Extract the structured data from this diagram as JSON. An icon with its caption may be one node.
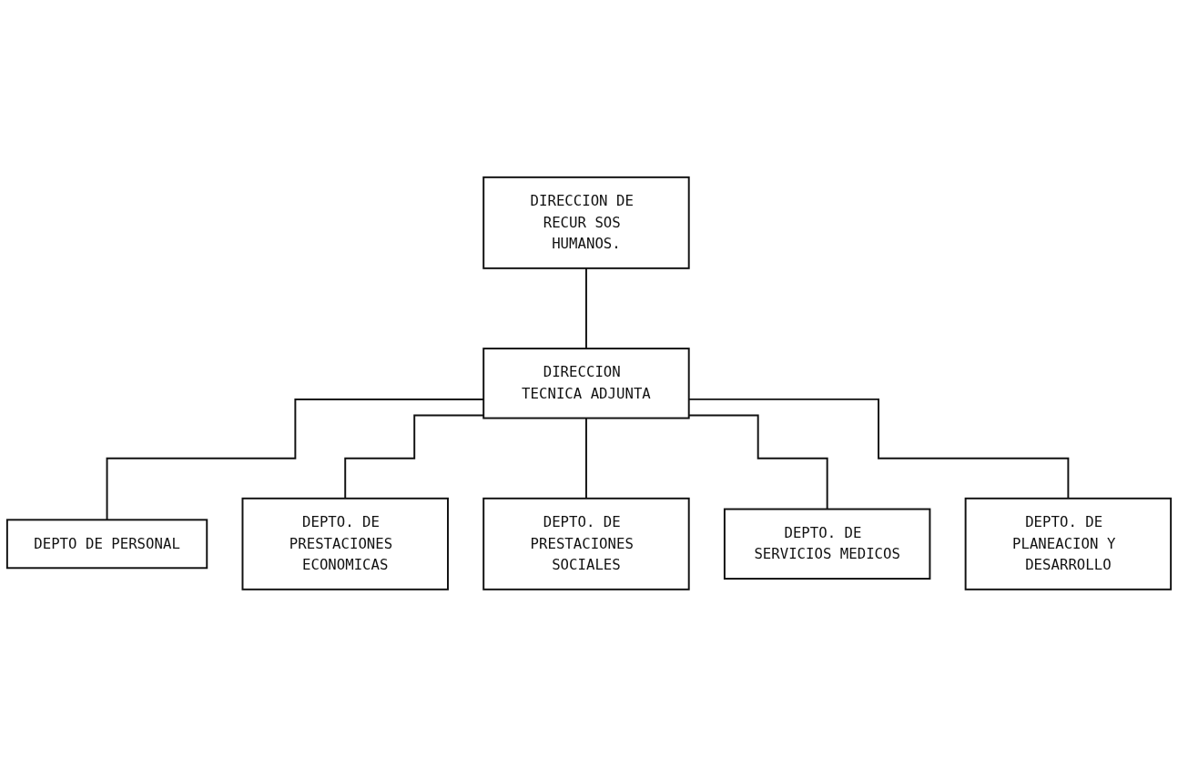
{
  "diagram": {
    "nodes": [
      {
        "text": [
          "DIRECCION DE RECUR SOS HUMANOS."
        ]
      },
      {
        "text": [
          "DIRECCION TECNICA ADJUNTA"
        ]
      },
      {
        "text": [
          "DEPTO DE PERSONAL"
        ]
      },
      {
        "text": [
          "DEPTO. DE PRESTACIONES ECONOMICAS"
        ]
      },
      {
        "text": [
          "DEPTO. DE PRESTACIONES SOCIALES"
        ]
      },
      {
        "text": [
          "DEPTO. DE SERVICIOS MEDICOS"
        ]
      },
      {
        "text": [
          "DEPTO. DE PLANEACION Y DESARROLLO"
        ]
      }
    ],
    "edges": [
      {
        "from": 0,
        "to": 1,
        "arrow": "none"
      },
      {
        "from": 1,
        "to": 2,
        "arrow": "none"
      },
      {
        "from": 1,
        "to": 3,
        "arrow": "none"
      },
      {
        "from": 1,
        "to": 4,
        "arrow": "none"
      },
      {
        "from": 1,
        "to": 5,
        "arrow": "none"
      },
      {
        "from": 1,
        "to": 6,
        "arrow": "none"
      }
    ]
  }
}
